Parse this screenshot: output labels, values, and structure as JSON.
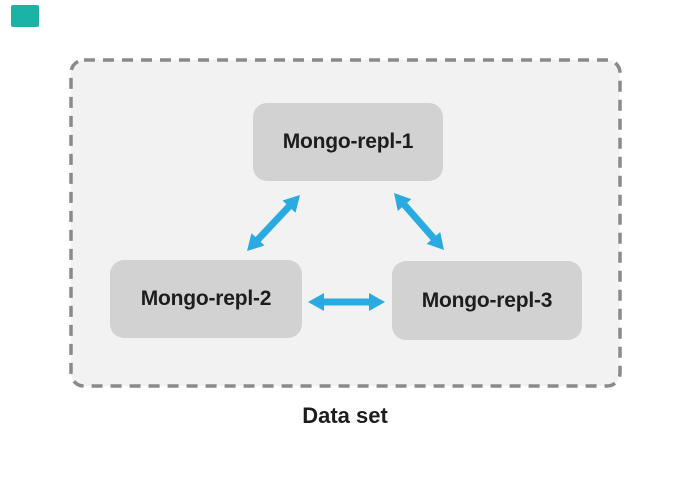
{
  "page": {
    "background": "#FFFFFF"
  },
  "teal_patch": {
    "color": "#1AB3A6"
  },
  "diagram": {
    "caption": "Data set",
    "nodes": [
      {
        "label": "Mongo-repl-1"
      },
      {
        "label": "Mongo-repl-2"
      },
      {
        "label": "Mongo-repl-3"
      }
    ],
    "edges": [
      {
        "from": "Mongo-repl-1",
        "to": "Mongo-repl-2",
        "bidirectional": true
      },
      {
        "from": "Mongo-repl-1",
        "to": "Mongo-repl-3",
        "bidirectional": true
      },
      {
        "from": "Mongo-repl-2",
        "to": "Mongo-repl-3",
        "bidirectional": true
      }
    ],
    "colors": {
      "arrow": "#29ABE2",
      "node_fill": "#D2D2D2",
      "node_text": "#1D1D1D",
      "boundary_fill": "#F2F2F2",
      "boundary_border": "#8A8A8A"
    }
  }
}
